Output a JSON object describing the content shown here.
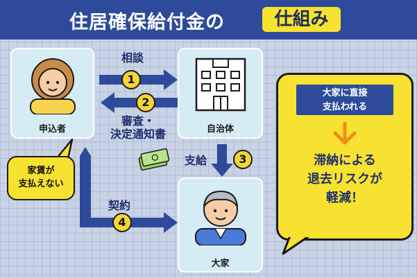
{
  "header": {
    "title_main": "住居確保給付金の",
    "title_tag": "仕組み"
  },
  "nodes": {
    "applicant": {
      "label": "申込者",
      "icon": "woman-avatar-icon"
    },
    "municipality": {
      "label": "自治体",
      "icon": "city-hall-building-icon"
    },
    "landlord": {
      "label": "大家",
      "icon": "old-man-avatar-icon"
    }
  },
  "flows": [
    {
      "number": "1",
      "label": "相談"
    },
    {
      "number": "2",
      "label_lines": [
        "審査・",
        "決定通知書"
      ]
    },
    {
      "number": "3",
      "label": "支給"
    },
    {
      "number": "4",
      "label": "契約"
    }
  ],
  "callouts": {
    "cannot_pay": [
      "家賃が",
      "支払えない"
    ],
    "direct_payment": [
      "大家に直接",
      "支払われる"
    ],
    "benefit": [
      "滞納による",
      "退去リスクが",
      "軽減！"
    ]
  },
  "icons": {
    "money": "cash-bills-icon",
    "down_arrow": "orange-down-arrow-icon"
  },
  "colors": {
    "header_bg": "#2d4b9a",
    "accent_yellow": "#f6e330",
    "arrow_blue": "#2d4b9a",
    "card_bg": "#d6ecf4",
    "orange": "#f08c1a"
  }
}
